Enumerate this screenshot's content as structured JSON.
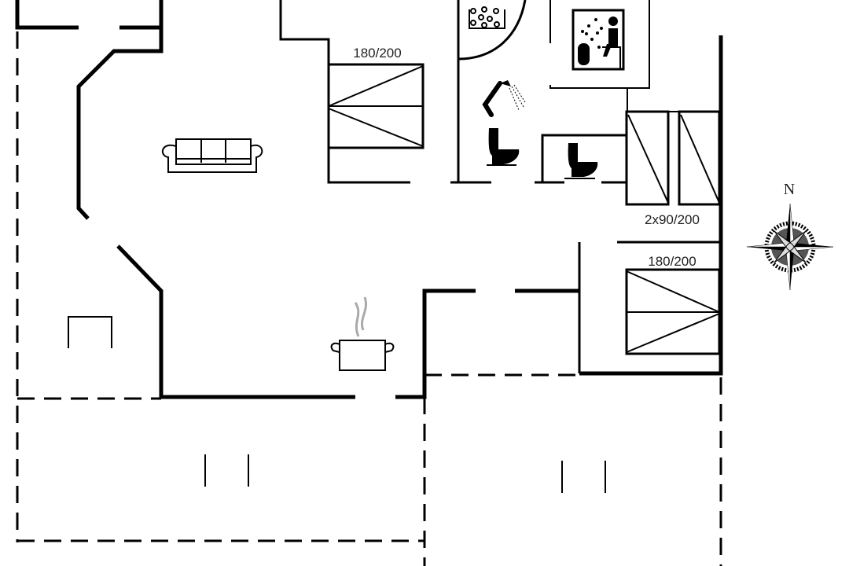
{
  "floorplan": {
    "bed_labels": [
      "180/200",
      "2x90/200",
      "180/200"
    ],
    "compass": {
      "north_label": "N"
    },
    "icons": [
      "sofa-icon",
      "bed-icon",
      "whirlpool-icon",
      "sauna-icon",
      "shower-icon",
      "toilet-icon",
      "cooking-pot-icon",
      "compass-rose-icon"
    ]
  }
}
